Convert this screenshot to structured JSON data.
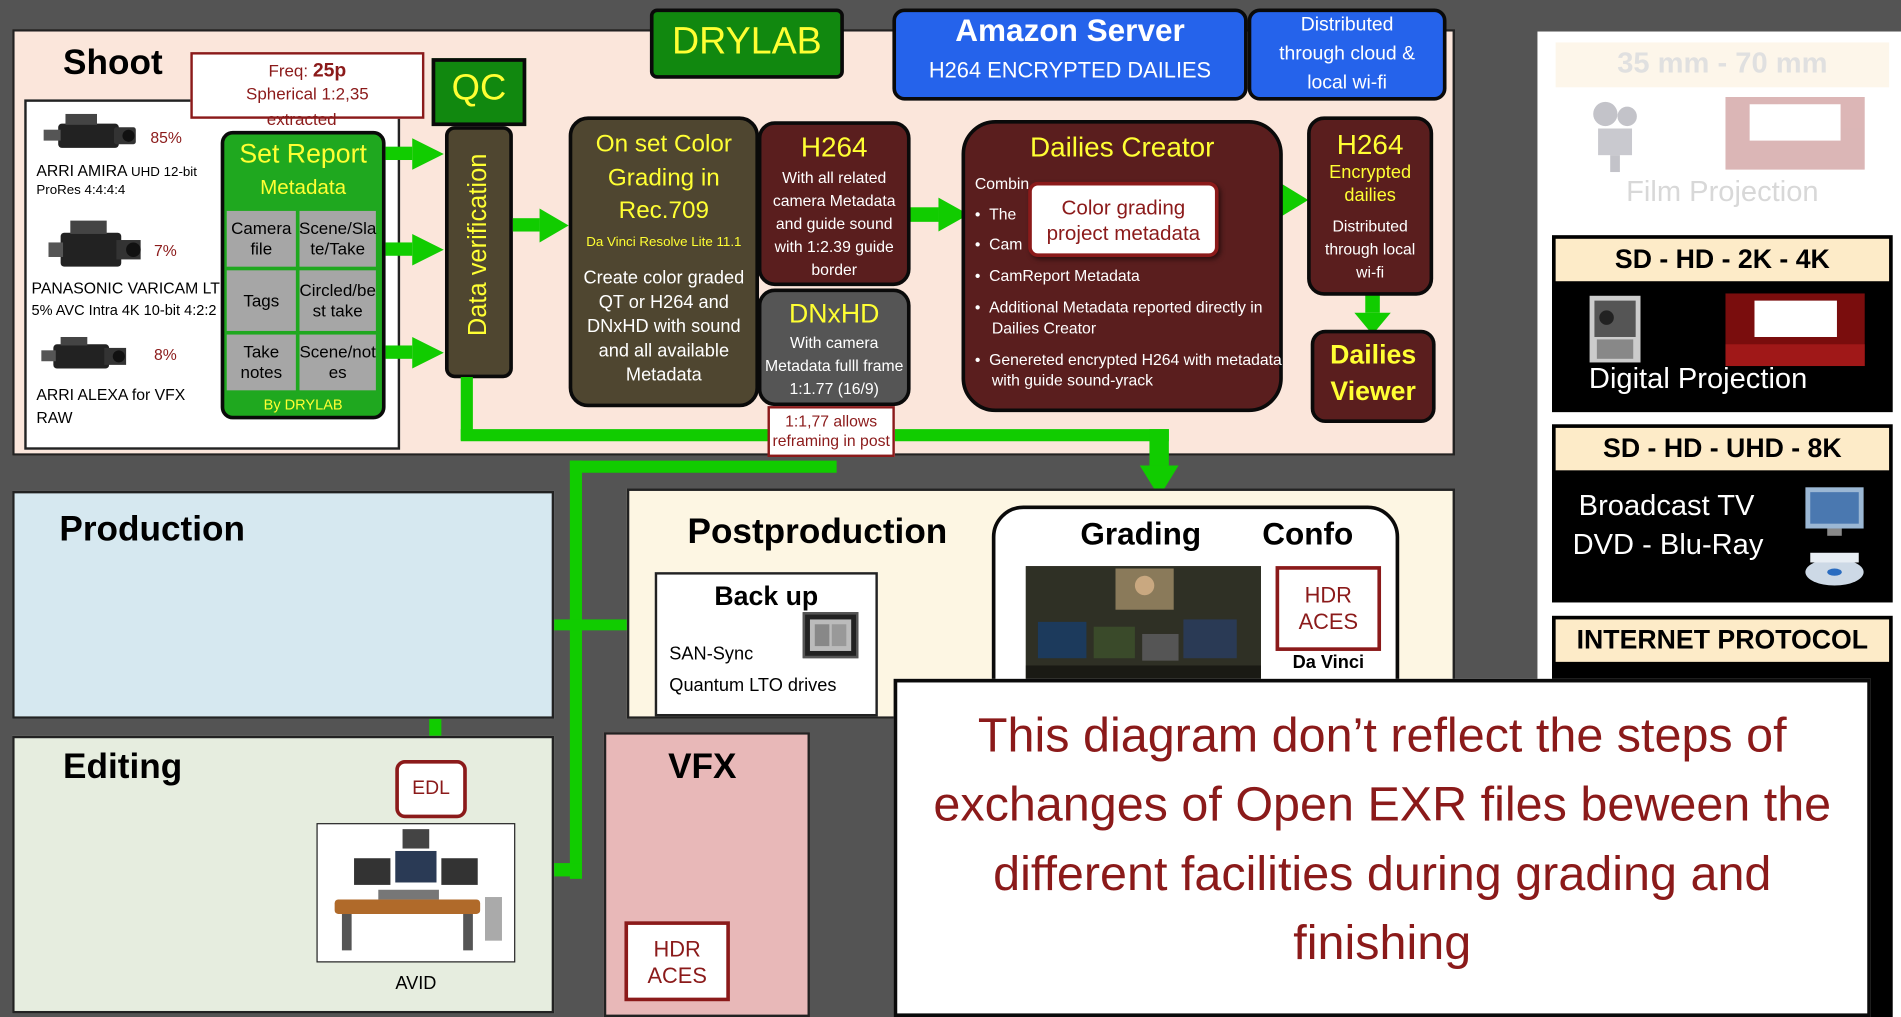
{
  "drylab": "DRYLAB",
  "amazon": {
    "title": "Amazon Server",
    "subtitle": "H264 ENCRYPTED DAILIES"
  },
  "distributed_cloud": [
    "Distributed",
    "through cloud &",
    "local wi-fi"
  ],
  "shoot": {
    "title": "Shoot",
    "freq_label": "Freq: ",
    "freq_value": "25p",
    "freq_line2": "Spherical 1:2,35",
    "freq_line3": "extracted",
    "cameras": [
      {
        "name": "ARRI AMIRA",
        "spec": "UHD 12-bit",
        "spec2": "ProRes 4:4:4:4",
        "pct": "85%"
      },
      {
        "name": "PANASONIC VARICAM LT",
        "spec": "5% AVC Intra 4K 10-bit 4:2:2",
        "pct": "7%"
      },
      {
        "name": "ARRI ALEXA for VFX",
        "spec": "RAW",
        "pct": "8%"
      }
    ]
  },
  "set_report": {
    "title": "Set Report",
    "subtitle": "Metadata",
    "cells": [
      "Camera file",
      "Scene/Sla te/Take",
      "Tags",
      "Circled/be st take",
      "Take notes",
      "Scene/not es"
    ],
    "footer": "By DRYLAB"
  },
  "qc": {
    "label": "QC",
    "verification": "Data verification"
  },
  "onset": {
    "title": [
      "On set Color",
      "Grading in",
      "Rec.709"
    ],
    "software": "Da Vinci Resolve Lite 11.1",
    "desc": [
      "Create color graded",
      "QT or H264 and",
      "DNxHD with sound",
      "and all available",
      "Metadata"
    ]
  },
  "h264": {
    "title": "H264",
    "desc": [
      "With all related",
      "camera Metadata",
      "and guide sound",
      "with 1:2.39 guide",
      "border"
    ]
  },
  "dnxhd": {
    "title": "DNxHD",
    "desc": [
      "With camera",
      "Metadata fulll frame",
      "1:1.77 (16/9)"
    ]
  },
  "reframe_note": [
    "1:1,77 allows",
    "reframing in post"
  ],
  "dailies_creator": {
    "title": "Dailies Creator",
    "intro": "Combin",
    "bullets": [
      "The",
      "Cam",
      "CamReport Metadata",
      "Additional Metadata reported directly in Dailies Creator",
      "Genereted encrypted H264 with metadata with guide sound-yrack"
    ],
    "popup": [
      "Color grading",
      "project metadata"
    ]
  },
  "h264_encrypted": {
    "title": "H264",
    "subtitle": [
      "Encrypted",
      "dailies"
    ],
    "desc": [
      "Distributed",
      "through local",
      "wi-fi"
    ]
  },
  "dailies_viewer": [
    "Dailies",
    "Viewer"
  ],
  "production": {
    "title": "Production"
  },
  "editing": {
    "title": "Editing",
    "edl": "EDL",
    "avid": "AVID"
  },
  "postproduction": {
    "title": "Postproduction",
    "backup_title": "Back up",
    "backup_lines": [
      "SAN-Sync",
      "Quantum LTO drives"
    ]
  },
  "grading": {
    "title": "Grading",
    "confo": "Confo",
    "hdr": [
      "HDR",
      "ACES"
    ],
    "davinci": "Da Vinci"
  },
  "vfx": {
    "title": "VFX",
    "hdr": [
      "HDR",
      "ACES"
    ]
  },
  "note": [
    "This diagram don’t reflect the steps of",
    "exchanges of Open EXR files beween the",
    "different facilities during grading and",
    "finishing"
  ],
  "formats": {
    "film": {
      "header": "35 mm - 70 mm",
      "label": "Film Projection"
    },
    "digital": {
      "header": "SD - HD - 2K - 4K",
      "label": "Digital Projection"
    },
    "broadcast": {
      "header": "SD - HD - UHD - 8K",
      "lines": [
        "Broadcast  TV",
        "DVD - Blu-Ray"
      ]
    },
    "internet": {
      "header": "INTERNET PROTOCOL"
    }
  },
  "colors": {
    "green": "#11cc00",
    "dark_red": "#5a1e1e",
    "olive": "#4f4630",
    "blue": "#2563eb",
    "accent_red": "#8b1a1a",
    "yellow": "#ffff33"
  }
}
